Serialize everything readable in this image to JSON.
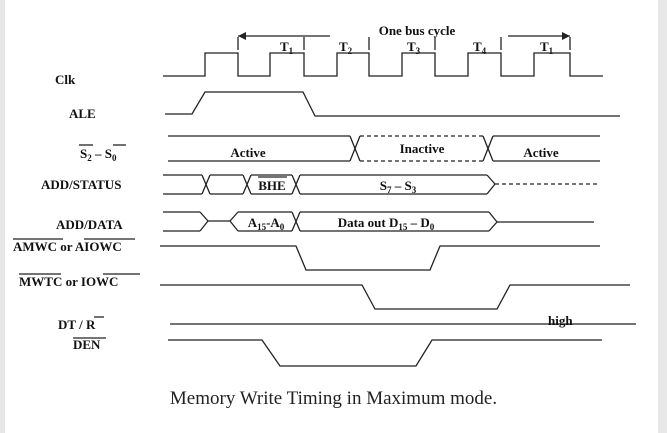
{
  "title": "One bus cycle",
  "caption": "Memory Write Timing in Maximum mode.",
  "states": [
    "T",
    "T",
    "T",
    "T",
    "T"
  ],
  "state_subs": [
    "1",
    "2",
    "3",
    "4",
    "1"
  ],
  "signals": {
    "clk": "Clk",
    "ale": "ALE",
    "s_a": "S",
    "s_a_sub": "2",
    "s_dash": " – ",
    "s_b": "S",
    "s_b_sub": "0",
    "add_status": "ADD/STATUS",
    "add_data": "ADD/DATA",
    "amwc": "AMWC",
    "or1": " or ",
    "aiowc": "AIOWC",
    "mwtc": "MWTC",
    "or2": " or ",
    "iowc": "IOWC",
    "dt": "DT / ",
    "dt_r": "R",
    "den": "DEN"
  },
  "status_labels": {
    "active": "Active",
    "inactive": "Inactive"
  },
  "add_status_labels": {
    "bhe": "BHE",
    "s_a": "S",
    "s_a_sub": "7",
    "s_dash": " – ",
    "s_b": "S",
    "s_b_sub": "3"
  },
  "add_data_labels": {
    "a_a": "A",
    "a_a_sub": "15",
    "a_dash": "-A",
    "a_b_sub": "0",
    "data_text": "Data out D",
    "d_a_sub": "15",
    "d_dash": " – D",
    "d_b_sub": "0"
  },
  "dt_note": "high"
}
